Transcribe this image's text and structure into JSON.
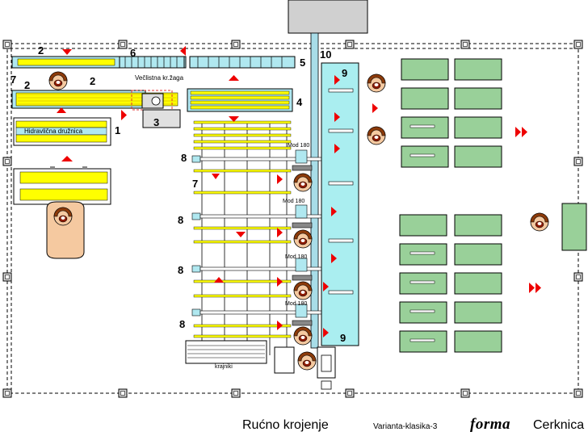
{
  "labels": {
    "n2a": "2",
    "n6": "6",
    "n7a": "7",
    "n2b": "2",
    "n2c": "2",
    "n5": "5",
    "n10": "10",
    "n9a": "9",
    "n4": "4",
    "n3": "3",
    "n1": "1",
    "n8a": "8",
    "n7b": "7",
    "n8b": "8",
    "n8c": "8",
    "n8d": "8",
    "n9b": "9"
  },
  "texts": {
    "saw": "Večlistna kr.žaga",
    "press": "Hidravlična družnica",
    "mod1": "Mod 180",
    "mod2": "Mod 180",
    "mod3": "Mod 180",
    "mod4": "Mod 180",
    "krajniki": "krajniki"
  },
  "footer": {
    "title": "Rućno krojenje",
    "variant": "Varianta-klasika-3",
    "brand": "forma",
    "city": "Cerknica"
  },
  "colors": {
    "conveyor": "#b0e8f0",
    "cyan_table": "#aaeef0",
    "board": "#ffff00",
    "pallet": "#99d099",
    "arrow": "#ee0000",
    "worker_skin": "#f5c9a0",
    "worker_hair": "#8b3a0a"
  }
}
